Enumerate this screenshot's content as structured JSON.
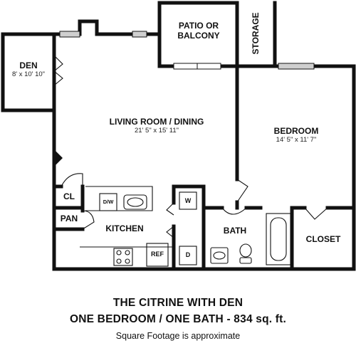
{
  "plan": {
    "rooms": {
      "den": {
        "name": "DEN",
        "size": "8' x 10' 10\""
      },
      "living": {
        "name": "LIVING ROOM / DINING",
        "size": "21' 5\" x 15' 11\""
      },
      "patio": {
        "name_line1": "PATIO OR",
        "name_line2": "BALCONY"
      },
      "storage": {
        "name": "STORAGE"
      },
      "bedroom": {
        "name": "BEDROOM",
        "size": "14' 5\" x 11' 7\""
      },
      "closet_small": {
        "name": "CL"
      },
      "pantry": {
        "name": "PAN"
      },
      "kitchen": {
        "name": "KITCHEN"
      },
      "bath": {
        "name": "BATH"
      },
      "closet": {
        "name": "CLOSET"
      }
    },
    "appliances": {
      "dishwasher": "D/W",
      "refrigerator": "REF",
      "washer": "W",
      "dryer": "D"
    }
  },
  "footer": {
    "title": "THE CITRINE WITH DEN",
    "subtitle": "ONE BEDROOM / ONE BATH - 834 sq. ft.",
    "note": "Square Footage is approximate"
  }
}
